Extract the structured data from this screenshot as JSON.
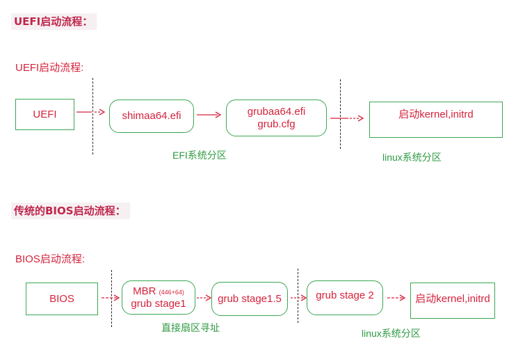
{
  "uefi_section": {
    "heading": "UEFI启动流程：",
    "subtitle": "UEFI启动流程:",
    "boxes": {
      "uefi": "UEFI",
      "shim": "shimaa64.efi",
      "grub_line1": "grubaa64.efi",
      "grub_line2": "grub.cfg",
      "kernel": "启动kernel,initrd"
    },
    "efi_partition_label": "EFI系统分区",
    "linux_partition_label": "linux系统分区"
  },
  "bios_section": {
    "heading": "传统的BIOS启动流程：",
    "subtitle": "BIOS启动流程:",
    "boxes": {
      "bios": "BIOS",
      "mbr_line1": "MBR",
      "mbr_size": "(446+64)",
      "mbr_line2": "grub stage1",
      "stage15": "grub stage1.5",
      "stage2": "grub stage 2",
      "kernel": "启动kernel,initrd"
    },
    "sector_label": "直接扇区寻址",
    "linux_partition_label": "linux系统分区"
  },
  "colors": {
    "heading_text": "#c0264b",
    "label_text": "#d5223b",
    "box_border": "#3aa650",
    "green_text": "#2e9a42",
    "arrow": "#d5223b"
  }
}
